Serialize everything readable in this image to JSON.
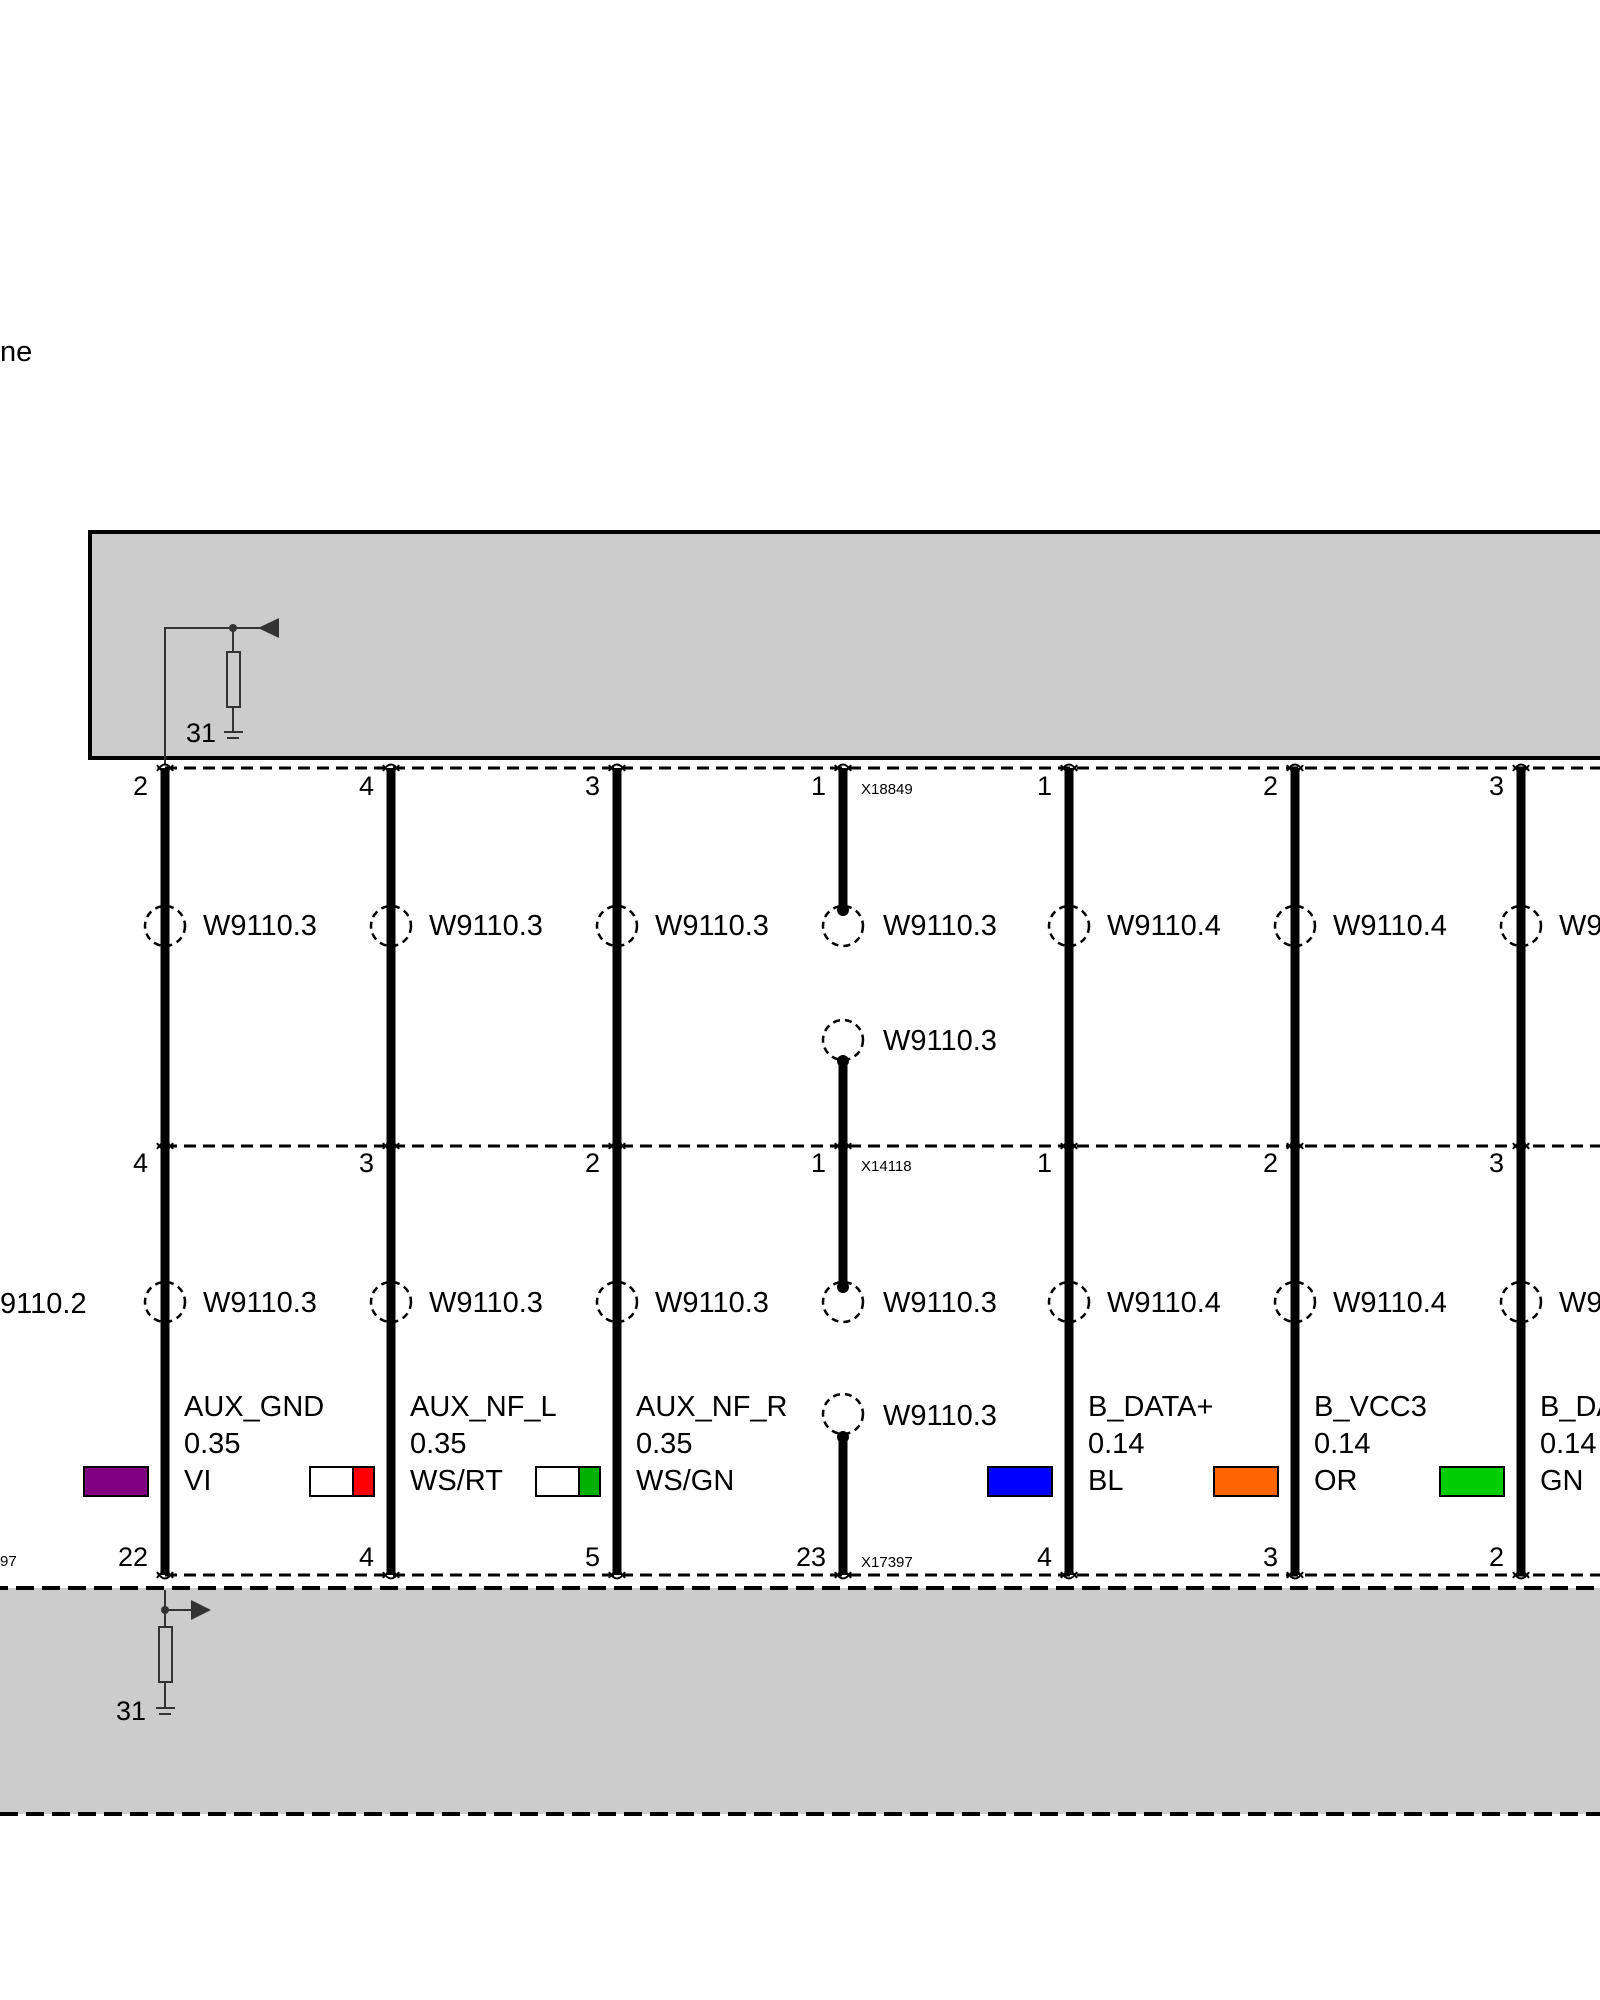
{
  "header": {
    "partial_title": "ne"
  },
  "colors": {
    "module_fill": "#cccccc",
    "wire": "#000000",
    "VI": "#800080",
    "RT": "#ff0000",
    "GN": "#00b000",
    "BL": "#0000ff",
    "OR": "#ff6600",
    "GN_solid": "#00cc00"
  },
  "top_module": {
    "ground_label": "31"
  },
  "bottom_module": {
    "ground_label": "31",
    "partial_connector": "97"
  },
  "left_partial_label": "/9110.2",
  "connectors": {
    "top": "X18849",
    "middle": "X14118",
    "bottom": "X17397"
  },
  "wires": [
    {
      "id": "w1",
      "pin_top": "2",
      "pin_mid": "4",
      "pin_bottom": "22",
      "shield_upper": "W9110.3",
      "shield_lower": "W9110.3",
      "signal": "AUX_GND",
      "size": "0.35",
      "color_code": "VI",
      "swatch": [
        "VI"
      ]
    },
    {
      "id": "w2",
      "pin_top": "4",
      "pin_mid": "3",
      "pin_bottom": "4",
      "shield_upper": "W9110.3",
      "shield_lower": "W9110.3",
      "signal": "AUX_NF_L",
      "size": "0.35",
      "color_code": "WS/RT",
      "swatch": [
        "WS",
        "RT"
      ]
    },
    {
      "id": "w3",
      "pin_top": "3",
      "pin_mid": "2",
      "pin_bottom": "5",
      "shield_upper": "W9110.3",
      "shield_lower": "W9110.3",
      "signal": "AUX_NF_R",
      "size": "0.35",
      "color_code": "WS/GN",
      "swatch": [
        "WS",
        "GN"
      ]
    },
    {
      "id": "w4",
      "pin_top": "1",
      "pin_mid": "1",
      "pin_bottom": "23",
      "shield_upper": "W9110.3",
      "shield_upper2": "W9110.3",
      "shield_lower": "W9110.3",
      "shield_lower2": "W9110.3"
    },
    {
      "id": "w5",
      "pin_top": "1",
      "pin_mid": "1",
      "pin_bottom": "4",
      "shield_upper": "W9110.4",
      "shield_lower": "W9110.4",
      "signal": "B_DATA+",
      "size": "0.14",
      "color_code": "BL",
      "swatch": [
        "BL"
      ]
    },
    {
      "id": "w6",
      "pin_top": "2",
      "pin_mid": "2",
      "pin_bottom": "3",
      "shield_upper": "W9110.4",
      "shield_lower": "W9110.4",
      "signal": "B_VCC3",
      "size": "0.14",
      "color_code": "OR",
      "swatch": [
        "OR"
      ]
    },
    {
      "id": "w7",
      "pin_top": "3",
      "pin_mid": "3",
      "pin_bottom": "2",
      "shield_upper": "W9",
      "shield_lower": "W9",
      "signal": "B_DA",
      "size": "0.14",
      "color_code": "GN",
      "swatch": [
        "GN_solid"
      ]
    }
  ]
}
